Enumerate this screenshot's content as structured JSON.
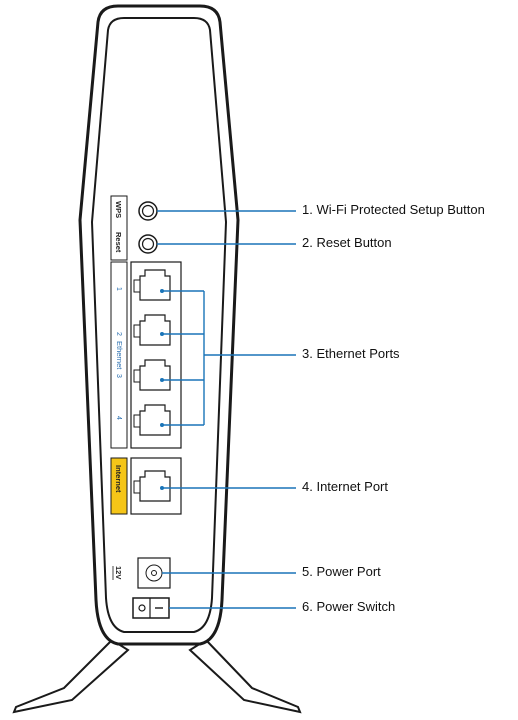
{
  "panel": {
    "wps_label": "WPS",
    "reset_label": "Reset",
    "ethernet_label": "Ethernet",
    "port_numbers": [
      "1",
      "2",
      "3",
      "4"
    ],
    "internet_label": "Internet",
    "power_label": "12V"
  },
  "callouts": [
    "1. Wi-Fi Protected Setup Button",
    "2. Reset Button",
    "3. Ethernet Ports",
    "4. Internet Port",
    "5. Power Port",
    "6. Power Switch"
  ],
  "colors": {
    "leader_line": "#1a74b8",
    "internet_highlight": "#f5c518",
    "outline": "#1a1a1a"
  }
}
